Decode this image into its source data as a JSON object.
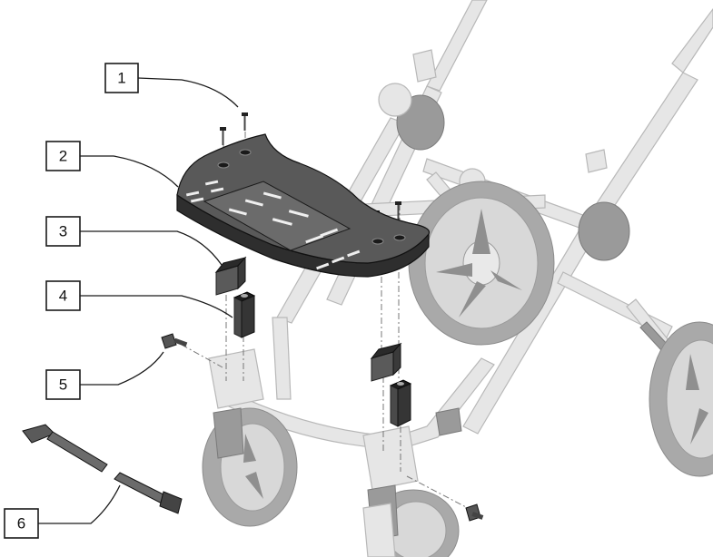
{
  "callouts": [
    {
      "id": "1",
      "label": "1"
    },
    {
      "id": "2",
      "label": "2"
    },
    {
      "id": "3",
      "label": "3"
    },
    {
      "id": "4",
      "label": "4"
    },
    {
      "id": "5",
      "label": "5"
    },
    {
      "id": "6",
      "label": "6"
    }
  ],
  "colors": {
    "frame": "#e6e6e6",
    "wheel": "#a9a9a9",
    "part": "#4a4a4a",
    "lines": "#1a1a1a"
  }
}
